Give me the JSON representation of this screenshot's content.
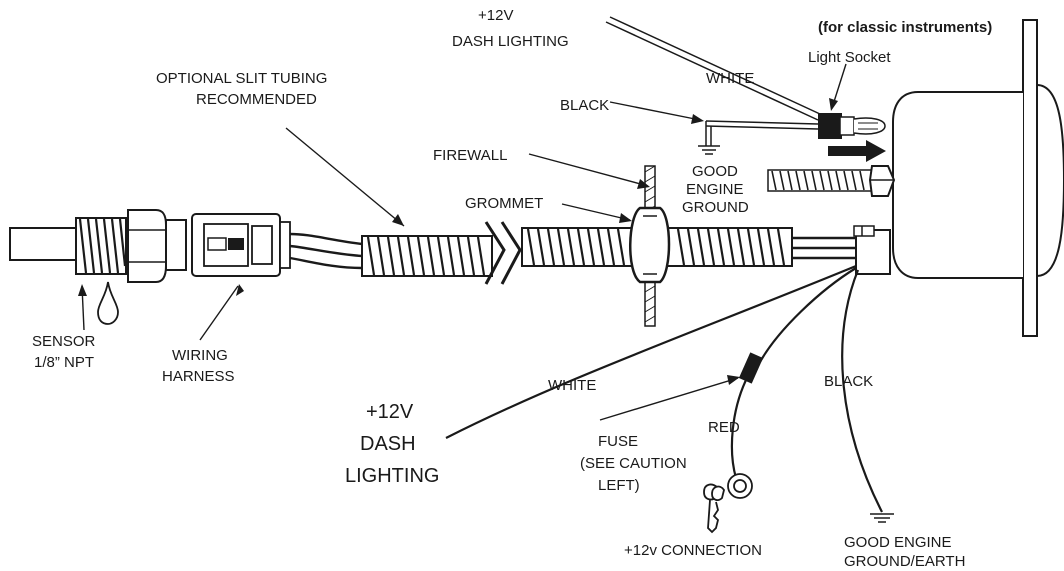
{
  "diagram": {
    "labels": {
      "dash_lighting_top_1": "+12V",
      "dash_lighting_top_2": "DASH LIGHTING",
      "classic_instruments": "(for classic instruments)",
      "light_socket": "Light Socket",
      "white_top": "WHITE",
      "black_top": "BLACK",
      "good_engine_ground_1": "GOOD",
      "good_engine_ground_2": "ENGINE",
      "good_engine_ground_3": "GROUND",
      "optional_slit_1": "OPTIONAL SLIT TUBING",
      "optional_slit_2": "RECOMMENDED",
      "firewall": "FIREWALL",
      "grommet": "GROMMET",
      "sensor_1": "SENSOR",
      "sensor_2": "1/8” NPT",
      "wiring_harness_1": "WIRING",
      "wiring_harness_2": "HARNESS",
      "white_bottom": "WHITE",
      "dash_lighting_bottom_1": "+12V",
      "dash_lighting_bottom_2": "DASH",
      "dash_lighting_bottom_3": "LIGHTING",
      "red": "RED",
      "black_bottom": "BLACK",
      "fuse_1": "FUSE",
      "fuse_2": "(SEE CAUTION",
      "fuse_3": "LEFT)",
      "connection_12v": "+12v CONNECTION",
      "ground_earth_1": "GOOD ENGINE",
      "ground_earth_2": "GROUND/EARTH"
    }
  }
}
